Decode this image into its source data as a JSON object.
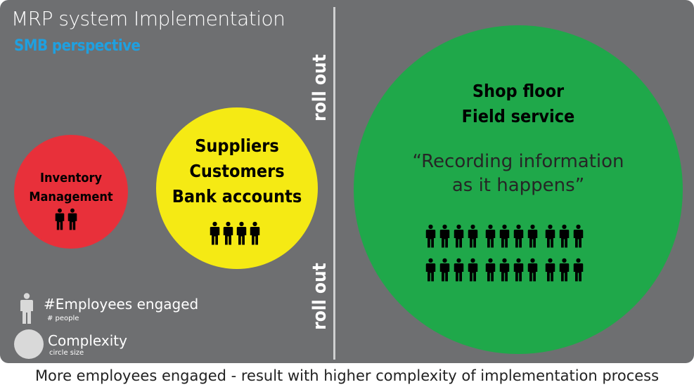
{
  "header": {
    "title": "MRP system Implementation",
    "subtitle": "SMB perspective"
  },
  "dividers": {
    "top_label": "roll out",
    "bottom_label": "roll out"
  },
  "circles": [
    {
      "id": "inventory",
      "color": "#e8303a",
      "lines": [
        "Inventory",
        "Management"
      ],
      "people": 2
    },
    {
      "id": "suppliers",
      "color": "#f5ea14",
      "lines": [
        "Suppliers",
        "Customers",
        "Bank accounts"
      ],
      "people": 4
    },
    {
      "id": "shopfloor",
      "color": "#1fa84a",
      "lines": [
        "Shop floor",
        "Field service"
      ],
      "quote_lines": [
        "“Recording information",
        "as it happens”"
      ],
      "people": 22
    }
  ],
  "legend": {
    "employees_label": "#Employees engaged",
    "employees_sub": "# people",
    "complexity_label": "Complexity",
    "complexity_sub": "circle size",
    "icon_color": "#d9d9d9"
  },
  "caption": "More employees engaged - result with higher complexity of implementation process"
}
